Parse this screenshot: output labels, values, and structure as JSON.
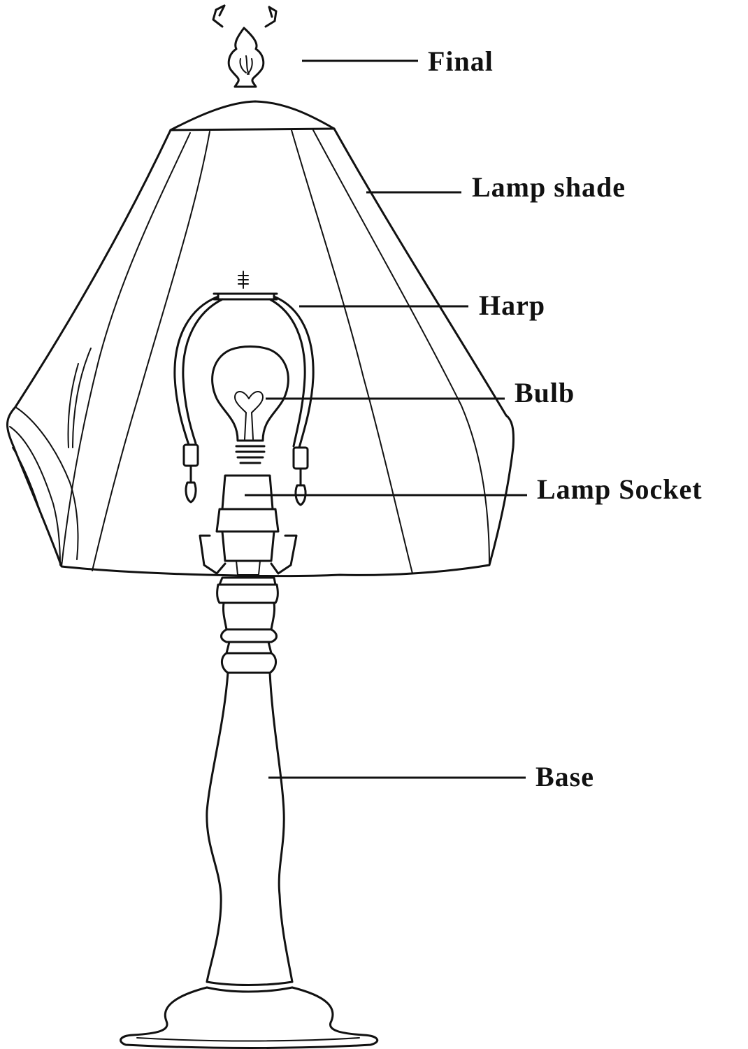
{
  "diagram": {
    "labels": {
      "final": "Final",
      "lamp_shade": "Lamp shade",
      "harp": "Harp",
      "bulb": "Bulb",
      "lamp_socket": "Lamp Socket",
      "base": "Base"
    },
    "colors": {
      "ink": "#111111",
      "background": "#ffffff"
    }
  }
}
